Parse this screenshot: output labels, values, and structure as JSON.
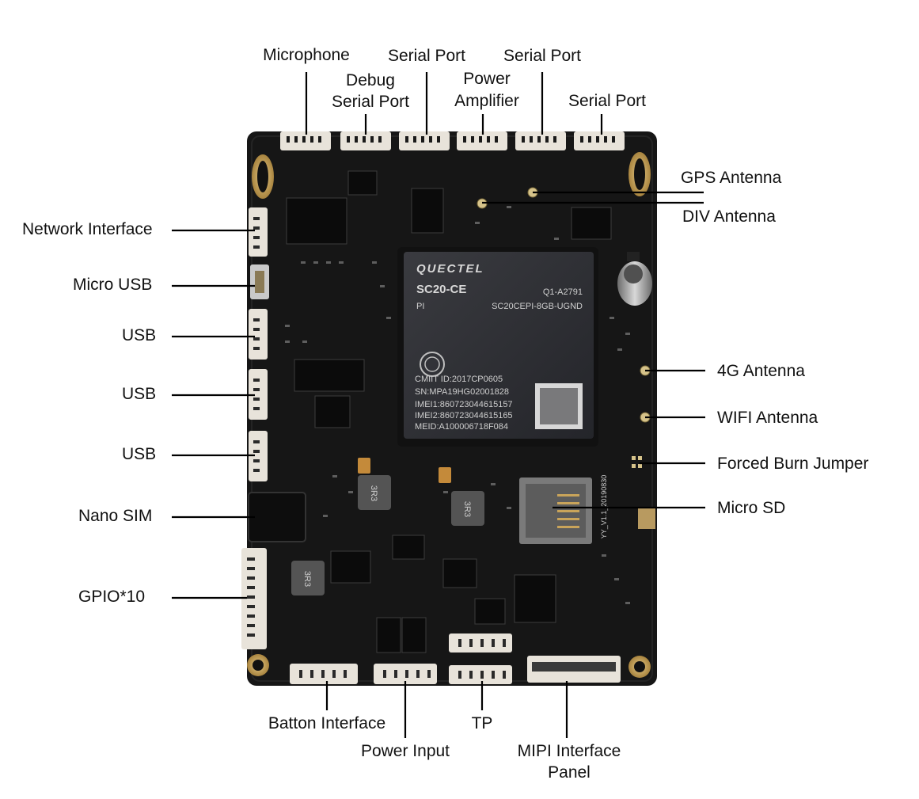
{
  "labels": {
    "microphone": "Microphone",
    "debug_serial_port_1": "Debug",
    "debug_serial_port_2": "Serial Port",
    "serial_port_a": "Serial Port",
    "power_amplifier_1": "Power",
    "power_amplifier_2": "Amplifier",
    "serial_port_b": "Serial Port",
    "serial_port_c": "Serial Port",
    "gps_antenna": "GPS Antenna",
    "div_antenna": "DIV Antenna",
    "network_interface": "Network Interface",
    "micro_usb": "Micro USB",
    "usb_1": "USB",
    "usb_2": "USB",
    "usb_3": "USB",
    "nano_sim": "Nano SIM",
    "gpio": "GPIO*10",
    "antenna_4g": "4G Antenna",
    "wifi_antenna": "WIFI Antenna",
    "forced_burn_jumper": "Forced Burn Jumper",
    "micro_sd": "Micro SD",
    "batton_interface": "Batton Interface",
    "power_input": "Power Input",
    "tp": "TP",
    "mipi_interface_panel_1": "MIPI Interface",
    "mipi_interface_panel_2": "Panel"
  },
  "chip": {
    "brand": "QUECTEL",
    "model": "SC20-CE",
    "code": "Q1-A2791",
    "pi": "PI",
    "part": "SC20CEPI-8GB-UGND",
    "cmiit": "CMIIT ID:2017CP0605",
    "sn": "SN:MPA19HG02001828",
    "imei1": "IMEI1:860723044615157",
    "imei2": "IMEI2:860723044615165",
    "meid": "MEID:A100006718F084"
  },
  "inductors": {
    "label": "3R3"
  },
  "board_text": {
    "version": "YY_V1.1_20190830"
  },
  "colors": {
    "board": "#161616",
    "connector": "#e8e3da",
    "chip": "#2b2c30",
    "gold": "#c9a45a"
  }
}
